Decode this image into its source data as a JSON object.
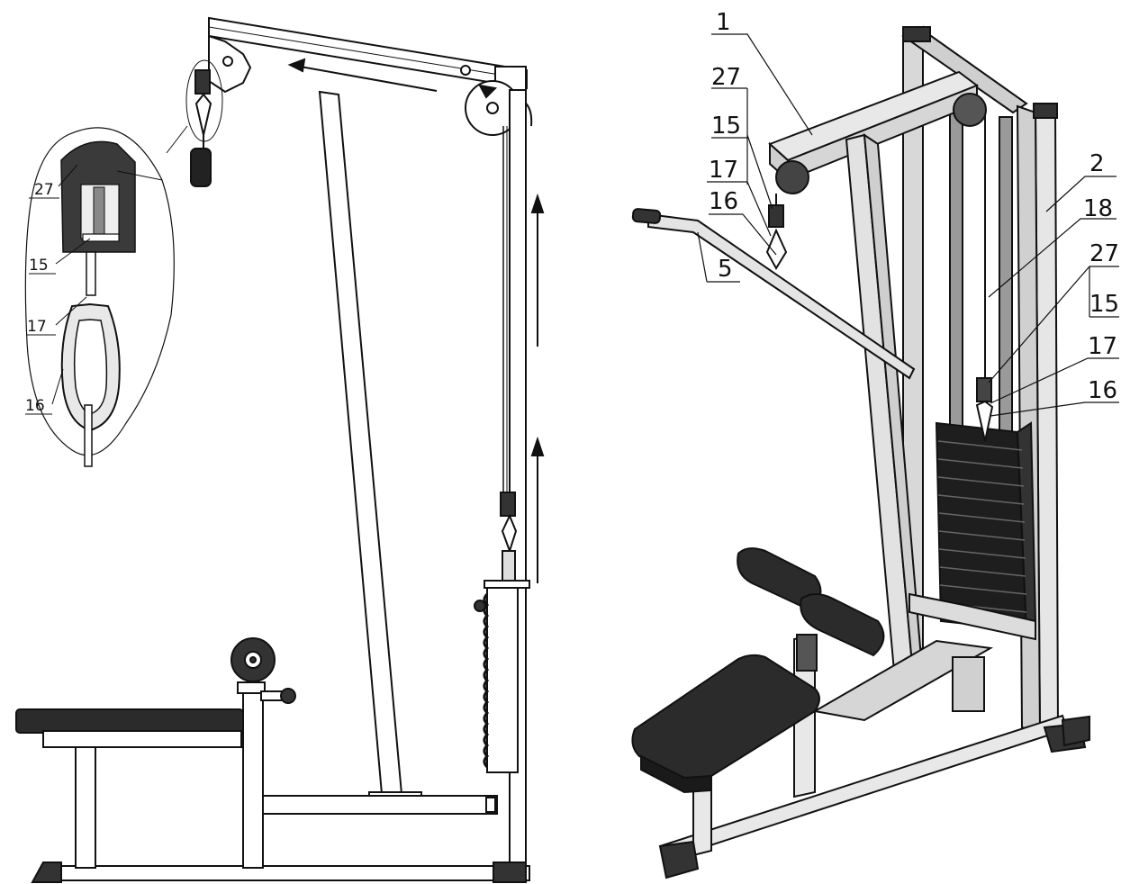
{
  "callouts_inset": [
    "27",
    "15",
    "17",
    "16"
  ],
  "callouts_iso": [
    "1",
    "27",
    "15",
    "17",
    "16",
    "5",
    "2",
    "18",
    "27",
    "15",
    "17",
    "16"
  ],
  "colors": {
    "line": "#111111",
    "frame_fill": "#f2f2f2",
    "pad": "#2b2b2b",
    "weight": "#1e1e1e"
  }
}
